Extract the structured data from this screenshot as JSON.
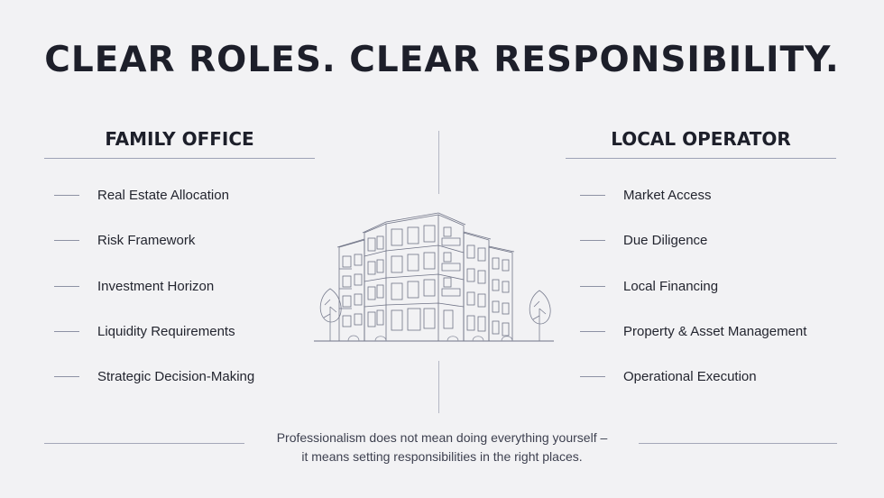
{
  "title": "CLEAR ROLES. CLEAR RESPONSIBILITY.",
  "left": {
    "heading": "FAMILY OFFICE",
    "items": [
      "Real Estate Allocation",
      "Risk Framework",
      "Investment Horizon",
      "Liquidity Requirements",
      "Strategic Decision-Making"
    ]
  },
  "right": {
    "heading": "LOCAL OPERATOR",
    "items": [
      "Market Access",
      "Due Diligence",
      "Local Financing",
      "Property & Asset Management",
      "Operational Execution"
    ]
  },
  "footer": {
    "line1": "Professionalism does not mean doing everything yourself –",
    "line2": "it means setting responsibilities in the right places."
  },
  "illustration": {
    "icon": "apartment-building-icon"
  }
}
